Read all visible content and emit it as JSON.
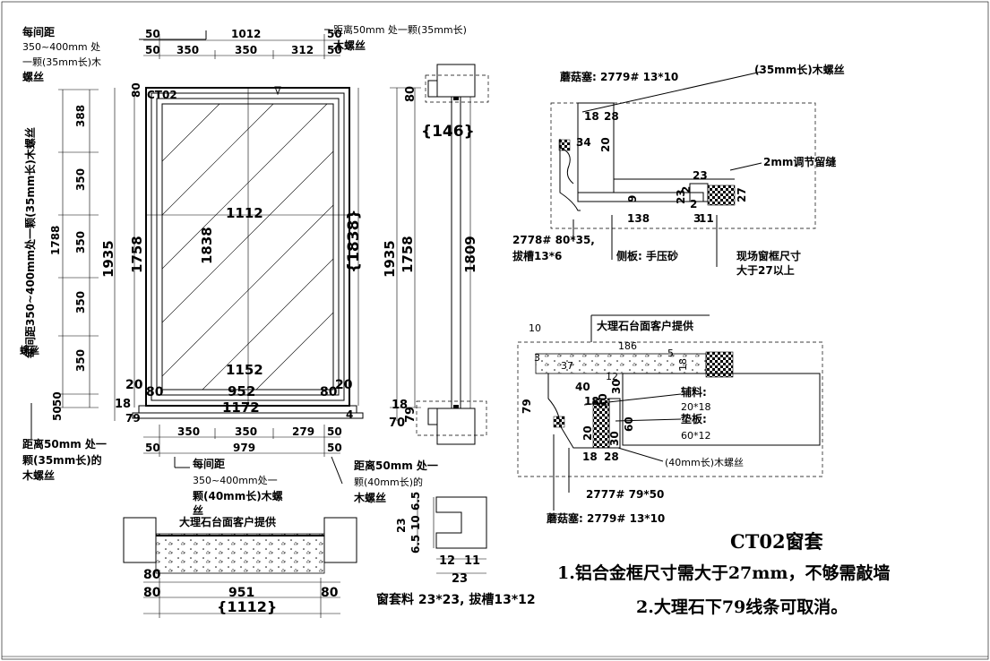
{
  "title": "CT02窗套",
  "notes": [
    "1.铝合金框尺寸需大于27mm，不够需敲墙",
    "2.大理石下79线条可取消。"
  ],
  "elevation": {
    "tag": "CT02",
    "top_note": [
      "每间距",
      "350~400mm 处",
      "一颗(35mm长)木",
      "螺丝"
    ],
    "top_right_note": [
      "距离50mm 处一颗(35mm长)",
      "木螺丝"
    ],
    "left_side_note": "每间距350~400mm处一颗(35mm长)木螺丝",
    "bottom_left_note": [
      "距离50mm 处一",
      "颗(35mm长)的",
      "木螺丝"
    ],
    "bottom_mid_note": [
      "每间距",
      "350~400mm处一",
      "颗(40mm长)木螺",
      "丝"
    ],
    "bottom_right_note": [
      "距离50mm 处一",
      "颗(40mm长)的",
      "木螺丝"
    ],
    "dims_top_row1": [
      "50",
      "1012",
      "50"
    ],
    "dims_top_row2": [
      "50",
      "350",
      "350",
      "312",
      "50"
    ],
    "dims_bottom_row1": [
      "350",
      "350",
      "279",
      "50"
    ],
    "dims_bottom_row2": [
      "50",
      "979",
      "50"
    ],
    "dims_left_segments": [
      "388",
      "350",
      "350",
      "350",
      "350",
      "50",
      "50"
    ],
    "dim_left_total": "1788",
    "dim_1935": "1935",
    "dim_1758": "1758",
    "dim_1838": "1838",
    "dim_1838_brace": "{1838}",
    "dim_1112": "1112",
    "dim_1152": "1152",
    "dim_952": "952",
    "dim_1172": "1172",
    "dim_80_top": "80",
    "dim_80_l": "80",
    "dim_80_r": "80",
    "dim_20_l": "20",
    "dim_20_r": "20",
    "dim_18": "18",
    "dim_79": "79",
    "dim_4": "4"
  },
  "side_section": {
    "dim_80": "80",
    "dim_146": "{146}",
    "dim_1935": "1935",
    "dim_1758": "1758",
    "dim_1809": "1809",
    "dim_18": "18",
    "dim_70": "70",
    "dim_79": "79"
  },
  "detail_top": {
    "label_mushroom": "蘑菇塞: 2779# 13*10",
    "label_screw": "(35mm长)木螺丝",
    "label_gap": "2mm调节留缝",
    "label_2778": "2778# 80*35,",
    "label_groove": "拔槽13*6",
    "label_side": "侧板: 手压砂",
    "label_frame": [
      "现场窗框尺寸",
      "大于27以上"
    ],
    "dims": [
      "18",
      "28",
      "34",
      "20",
      "23",
      "9",
      "23",
      "2",
      "2",
      "138",
      "3",
      "11",
      "27"
    ]
  },
  "detail_bottom": {
    "label_marble": "大理石台面客户提供",
    "label_aux": [
      "辅料:",
      "20*18"
    ],
    "label_pad": [
      "垫板:",
      "60*12"
    ],
    "label_screw": "(40mm长)木螺丝",
    "label_2777": "2777# 79*50",
    "label_mushroom": "蘑菇塞: 2779# 13*10",
    "dims": [
      "10",
      "186",
      "3",
      "37",
      "5",
      "12",
      "18",
      "40",
      "18",
      "30",
      "79",
      "30",
      "60",
      "20",
      "18",
      "28",
      "30"
    ]
  },
  "plan": {
    "label_marble": "大理石台面客户提供",
    "dims": [
      "80",
      "80",
      "951",
      "80"
    ],
    "dim_total": "{1112}"
  },
  "profile": {
    "dims_v": [
      "23",
      "6.5",
      "10",
      "6.5"
    ],
    "dims_h": [
      "12",
      "11",
      "23"
    ],
    "caption": "窗套料 23*23, 拔槽13*12"
  }
}
